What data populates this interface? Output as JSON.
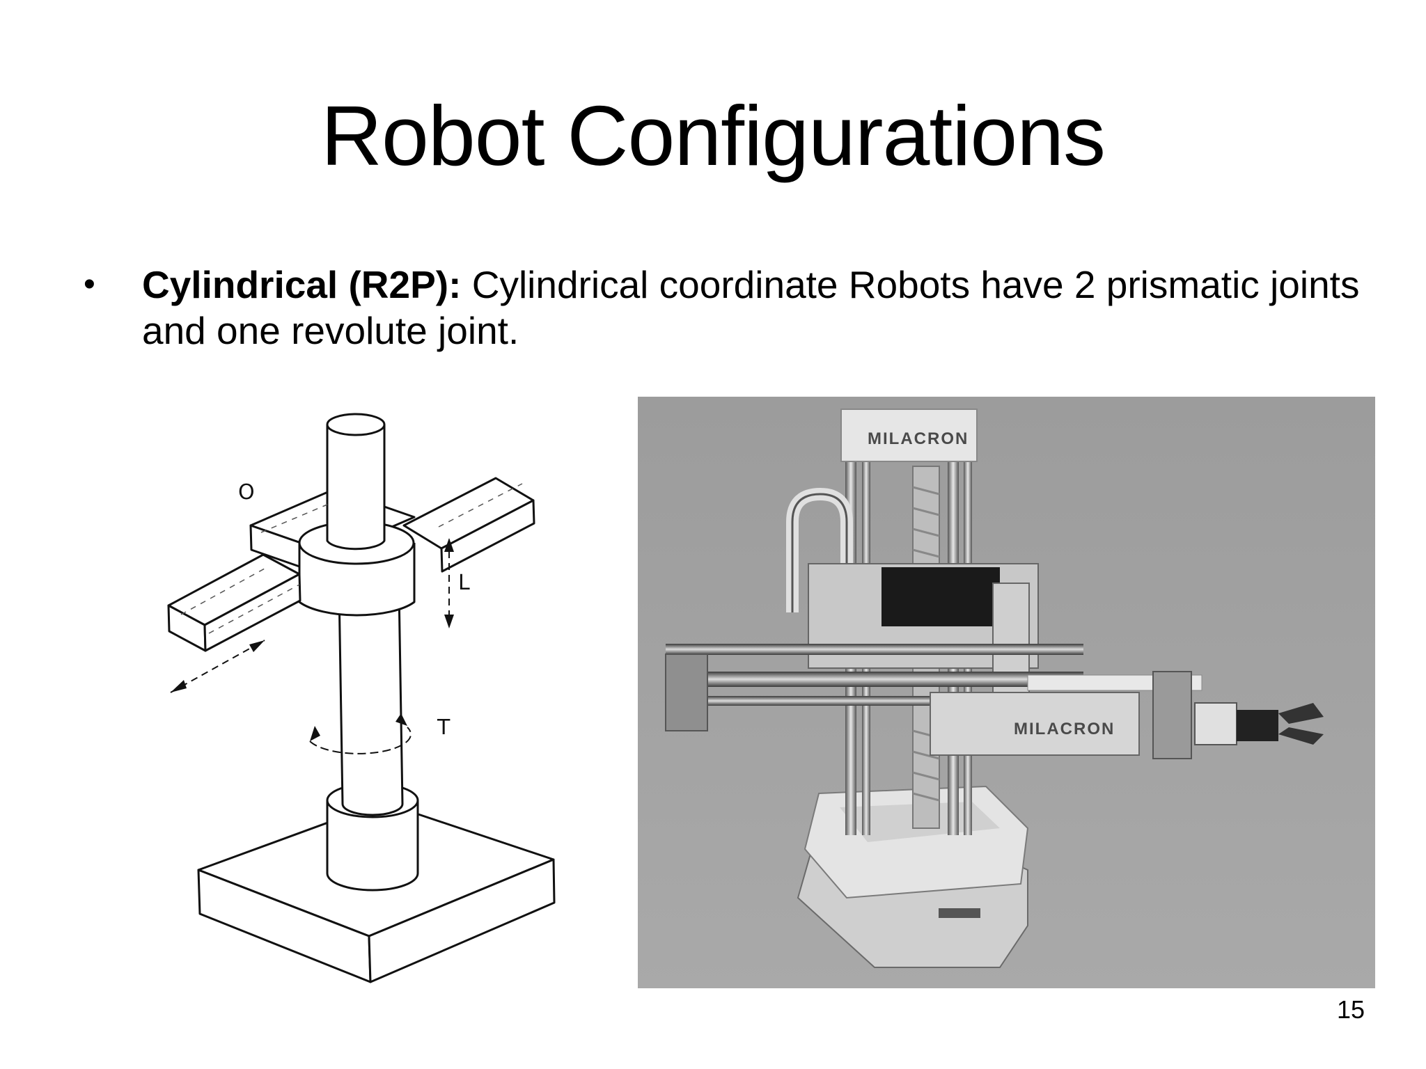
{
  "slide": {
    "title": "Robot Configurations",
    "bullet": {
      "term": "Cylindrical (R2P):",
      "text": " Cylindrical coordinate Robots have 2 prismatic joints and one revolute joint."
    },
    "page_number": "15"
  },
  "diagram": {
    "labels": {
      "o": "O",
      "l": "L",
      "t": "T"
    }
  },
  "photo": {
    "brand_top": "MILACRON",
    "brand_arm": "MILACRON"
  }
}
